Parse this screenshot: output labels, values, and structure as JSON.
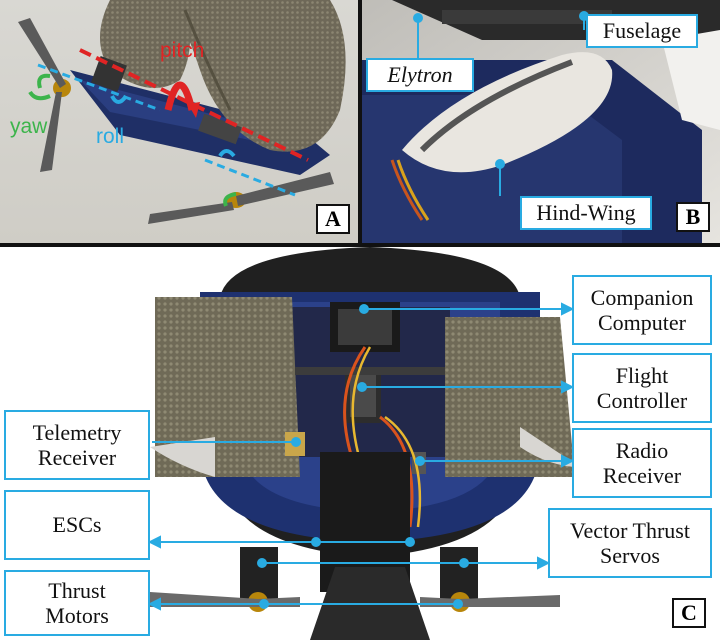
{
  "colors": {
    "callout_border": "#29abe2",
    "leader_line": "#29abe2",
    "pitch": "#e02424",
    "roll": "#29abe2",
    "yaw": "#3cb44b"
  },
  "panels": {
    "A": {
      "letter": "A",
      "axes": {
        "pitch": "pitch",
        "roll": "roll",
        "yaw": "yaw"
      }
    },
    "B": {
      "letter": "B",
      "callouts": {
        "elytron": "Elytron",
        "fuselage": "Fuselage",
        "hind_wing": "Hind-Wing"
      }
    },
    "C": {
      "letter": "C",
      "callouts": {
        "companion_computer": [
          "Companion",
          "Computer"
        ],
        "flight_controller": [
          "Flight",
          "Controller"
        ],
        "radio_receiver": [
          "Radio",
          "Receiver"
        ],
        "vector_thrust_servos": [
          "Vector Thrust",
          "Servos"
        ],
        "telemetry_receiver": [
          "Telemetry",
          "Receiver"
        ],
        "escs": [
          "ESCs"
        ],
        "thrust_motors": [
          "Thrust",
          "Motors"
        ]
      }
    }
  }
}
